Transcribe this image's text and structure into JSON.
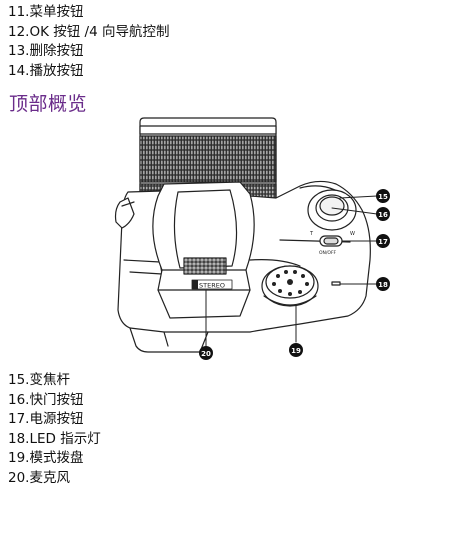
{
  "top_list": [
    "11.菜单按钮",
    "12.OK 按钮 /4 向导航控制",
    "13.删除按钮",
    "14.播放按钮"
  ],
  "section_title": "顶部概览",
  "bottom_list": [
    "15.变焦杆",
    "16.快门按钮",
    "17.电源按钮",
    "18.LED 指示灯",
    "19.模式拨盘",
    "20.麦克风"
  ],
  "callouts": [
    "15",
    "16",
    "17",
    "18",
    "19",
    "20"
  ],
  "camera_labels": {
    "stereo": "STEREO",
    "tele": "T",
    "wide": "W",
    "power": "ON/OFF"
  },
  "colors": {
    "title": "#6a2c8a",
    "callout_fill": "#111111",
    "line": "#222222"
  }
}
